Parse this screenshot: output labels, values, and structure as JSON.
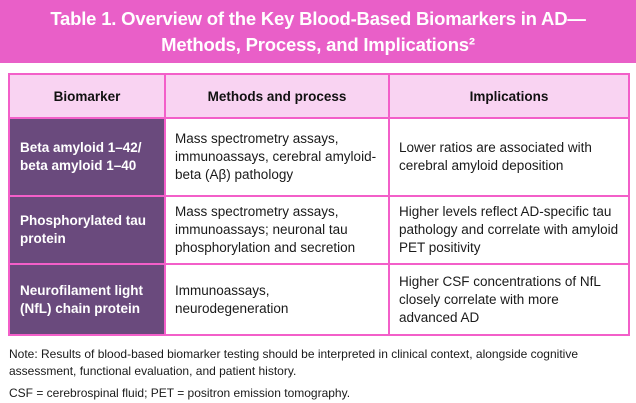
{
  "banner": {
    "title_line1": "Table 1. Overview of the Key Blood-Based Biomarkers in AD—",
    "title_line2": "Methods, Process, and Implications²"
  },
  "colors": {
    "banner_bg": "#e95fc8",
    "header_bg": "#f9d3f2",
    "biomarker_cell_bg": "#6a4a7d",
    "table_border": "#f35fc9",
    "banner_text": "#ffffff",
    "body_text": "#1a1a1a"
  },
  "table": {
    "headers": [
      "Biomarker",
      "Methods and process",
      "Implications"
    ],
    "rows": [
      {
        "biomarker": "Beta amyloid 1–42/ beta amyloid 1–40",
        "methods": "Mass spectrometry assays, immunoassays, cerebral amyloid-beta (Aβ) pathology",
        "implications": "Lower ratios are associated with cerebral amyloid deposition"
      },
      {
        "biomarker": "Phosphorylated tau protein",
        "methods": "Mass spectrometry assays, immunoassays; neuronal tau phosphorylation and secretion",
        "implications": "Higher levels reflect AD-specific tau pathology and correlate with amyloid PET positivity"
      },
      {
        "biomarker": "Neurofilament light (NfL) chain protein",
        "methods": "Immunoassays, neurodegeneration",
        "implications": "Higher CSF concentrations of NfL closely correlate with more advanced AD"
      }
    ]
  },
  "notes": [
    "Note: Results of blood-based biomarker testing should be interpreted in clinical context, alongside cognitive assessment, functional evaluation, and patient history.",
    "CSF = cerebrospinal fluid; PET = positron emission tomography."
  ]
}
